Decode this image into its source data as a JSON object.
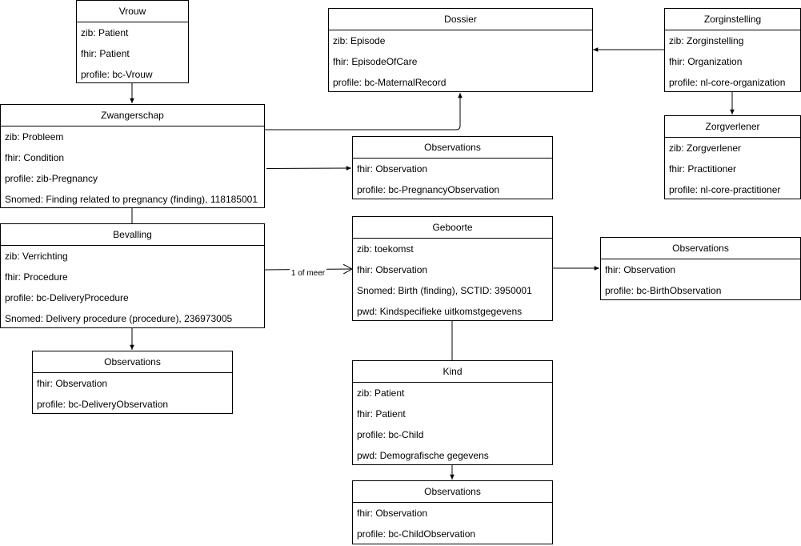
{
  "entities": {
    "vrouw": {
      "title": "Vrouw",
      "attrs": [
        "zib: Patient",
        "fhir: Patient",
        "profile: bc-Vrouw"
      ]
    },
    "zwangerschap": {
      "title": "Zwangerschap",
      "attrs": [
        "zib: Probleem",
        "fhir: Condition",
        "profile: zib-Pregnancy",
        "Snomed: Finding related to pregnancy (finding), 118185001"
      ]
    },
    "bevalling": {
      "title": "Bevalling",
      "attrs": [
        "zib: Verrichting",
        "fhir: Procedure",
        "profile: bc-DeliveryProcedure",
        "Snomed: Delivery procedure (procedure), 236973005"
      ]
    },
    "obs_delivery": {
      "title": "Observations",
      "attrs": [
        "fhir: Observation",
        "profile: bc-DeliveryObservation"
      ]
    },
    "dossier": {
      "title": "Dossier",
      "attrs": [
        "zib: Episode",
        "fhir: EpisodeOfCare",
        "profile: bc-MaternalRecord"
      ]
    },
    "obs_pregnancy": {
      "title": "Observations",
      "attrs": [
        "fhir: Observation",
        "profile: bc-PregnancyObservation"
      ]
    },
    "geboorte": {
      "title": "Geboorte",
      "attrs": [
        "zib: toekomst",
        "fhir: Observation",
        "Snomed: Birth (finding), SCTID: 3950001",
        "pwd: Kindspecifieke uitkomstgegevens"
      ]
    },
    "kind": {
      "title": "Kind",
      "attrs": [
        "zib: Patient",
        "fhir: Patient",
        "profile: bc-Child",
        "pwd: Demografische gegevens"
      ]
    },
    "obs_child": {
      "title": "Observations",
      "attrs": [
        "fhir: Observation",
        "profile: bc-ChildObservation"
      ]
    },
    "zorginstelling": {
      "title": "Zorginstelling",
      "attrs": [
        "zib: Zorginstelling",
        "fhir: Organization",
        "profile: nl-core-organization"
      ]
    },
    "zorgverlener": {
      "title": "Zorgverlener",
      "attrs": [
        "zib: Zorgverlener",
        "fhir: Practitioner",
        "profile: nl-core-practitioner"
      ]
    },
    "obs_birth": {
      "title": "Observations",
      "attrs": [
        "fhir: Observation",
        "profile: bc-BirthObservation"
      ]
    }
  },
  "edges": {
    "bevalling_geboorte_label": "1 of meer"
  }
}
